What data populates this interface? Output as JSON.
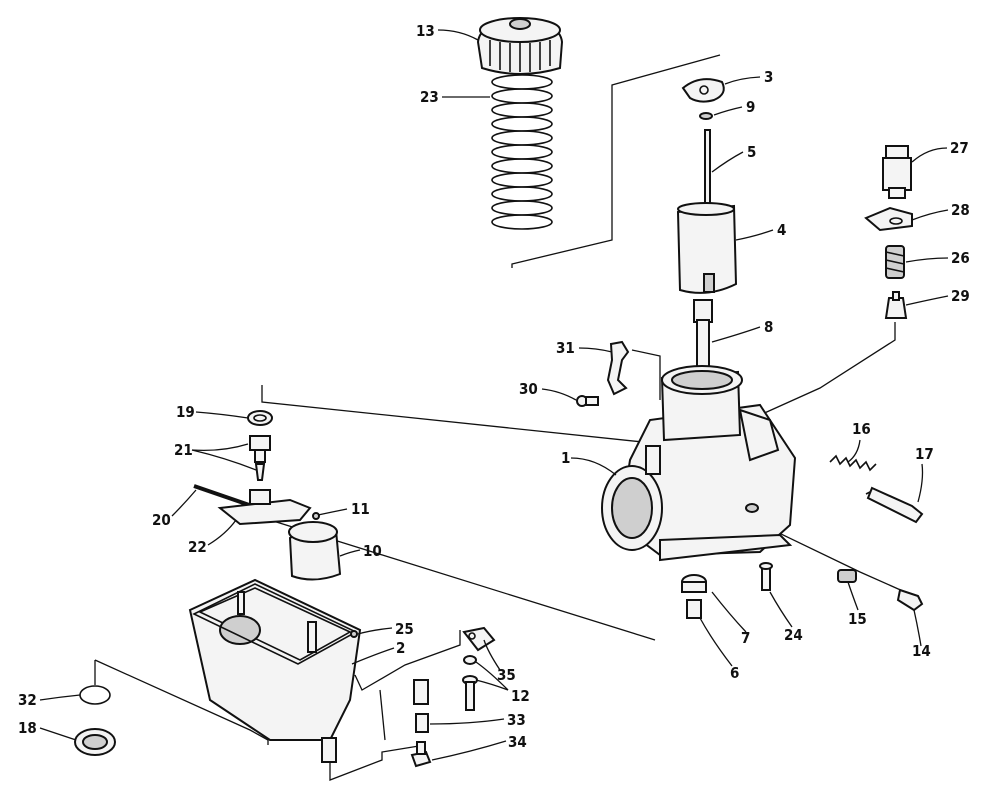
{
  "callouts": [
    "13",
    "23",
    "3",
    "9",
    "5",
    "4",
    "8",
    "27",
    "28",
    "26",
    "29",
    "31",
    "30",
    "1",
    "19",
    "21",
    "20",
    "22",
    "11",
    "10",
    "16",
    "17",
    "15",
    "14",
    "7",
    "24",
    "6",
    "25",
    "2",
    "35",
    "12",
    "33",
    "34",
    "32",
    "18"
  ]
}
